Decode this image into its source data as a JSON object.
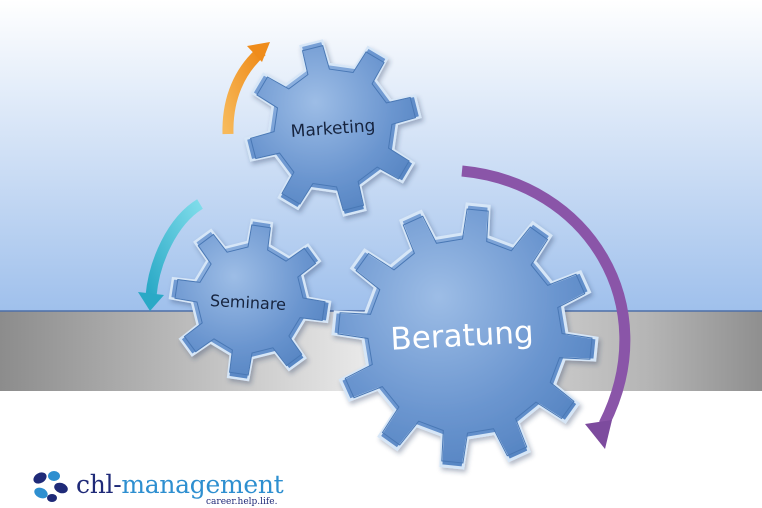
{
  "gears": [
    {
      "label": "Marketing"
    },
    {
      "label": "Seminare"
    },
    {
      "label": "Beratung"
    }
  ],
  "logo": {
    "prefix": "chl-",
    "suffix": "management",
    "tagline": "career.help.life."
  },
  "colors": {
    "gear_fill": "#6a95cf",
    "gear_edge": "#c9dcf2",
    "arrow_orange": "#f39a2a",
    "arrow_teal": "#2db8cf",
    "arrow_purple": "#8a55a8",
    "band_gray": "#a8a8a8",
    "sky_top": "#ffffff",
    "sky_bottom": "#9fc0ec"
  }
}
